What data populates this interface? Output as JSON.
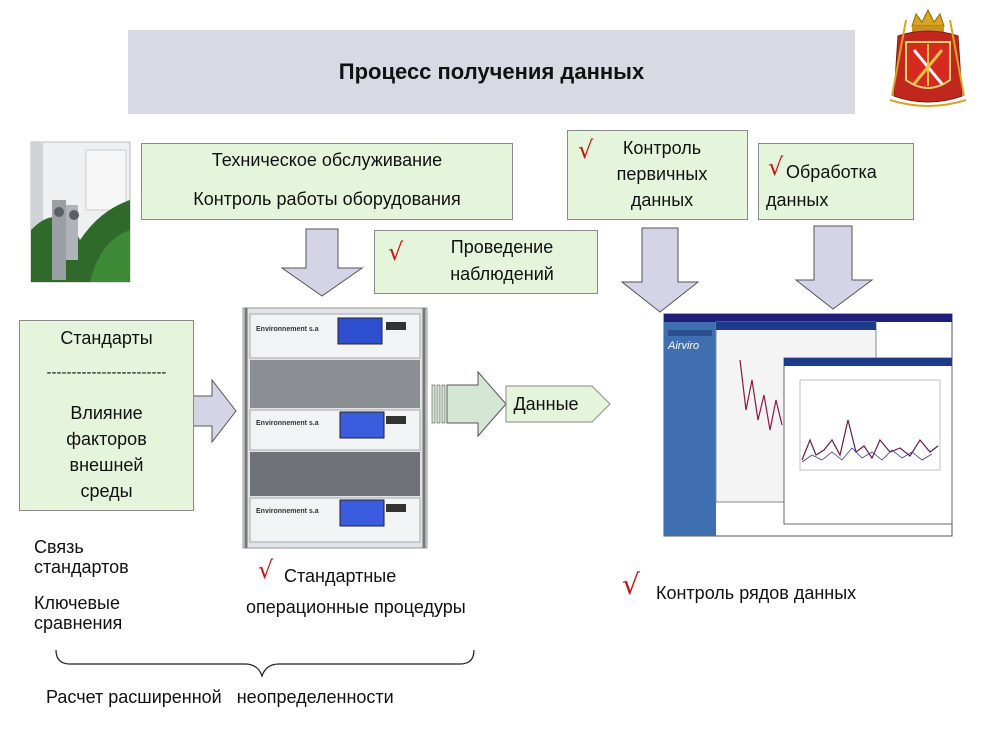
{
  "title": "Процесс получения данных",
  "boxes": {
    "maintenance": {
      "line1": "Техническое обслуживание",
      "line2": "Контроль работы оборудования"
    },
    "observations": {
      "line1": "Проведение",
      "line2": "наблюдений"
    },
    "primary_control": {
      "line1": "Контроль",
      "line2": "первичных",
      "line3": "данных"
    },
    "processing": {
      "line1": "Обработка",
      "line2": "данных"
    },
    "standards": {
      "line1": "Стандарты",
      "divider": "------------------------",
      "line2": "Влияние",
      "line3": "факторов",
      "line4": "внешней",
      "line5": "среды"
    }
  },
  "data_arrow_label": "Данные",
  "check_symbol": "√",
  "labels": {
    "standards_link_1": "Связь",
    "standards_link_2": "стандартов",
    "key_comparisons_1": "Ключевые",
    "key_comparisons_2": "сравнения",
    "sop_1": "Стандартные",
    "sop_2": "операционные процедуры",
    "series_control": "Контроль рядов данных",
    "uncertainty": "Расчет расширенной   неопределенности"
  },
  "equipment": {
    "brand": "Environnement s.a"
  },
  "software": {
    "app_name": "Airviro"
  },
  "colors": {
    "box_fill": "#e4f5dc",
    "arrow_fill": "#d4d4e6",
    "check": "#cc1111",
    "title_bg": "#d9d9e3"
  }
}
